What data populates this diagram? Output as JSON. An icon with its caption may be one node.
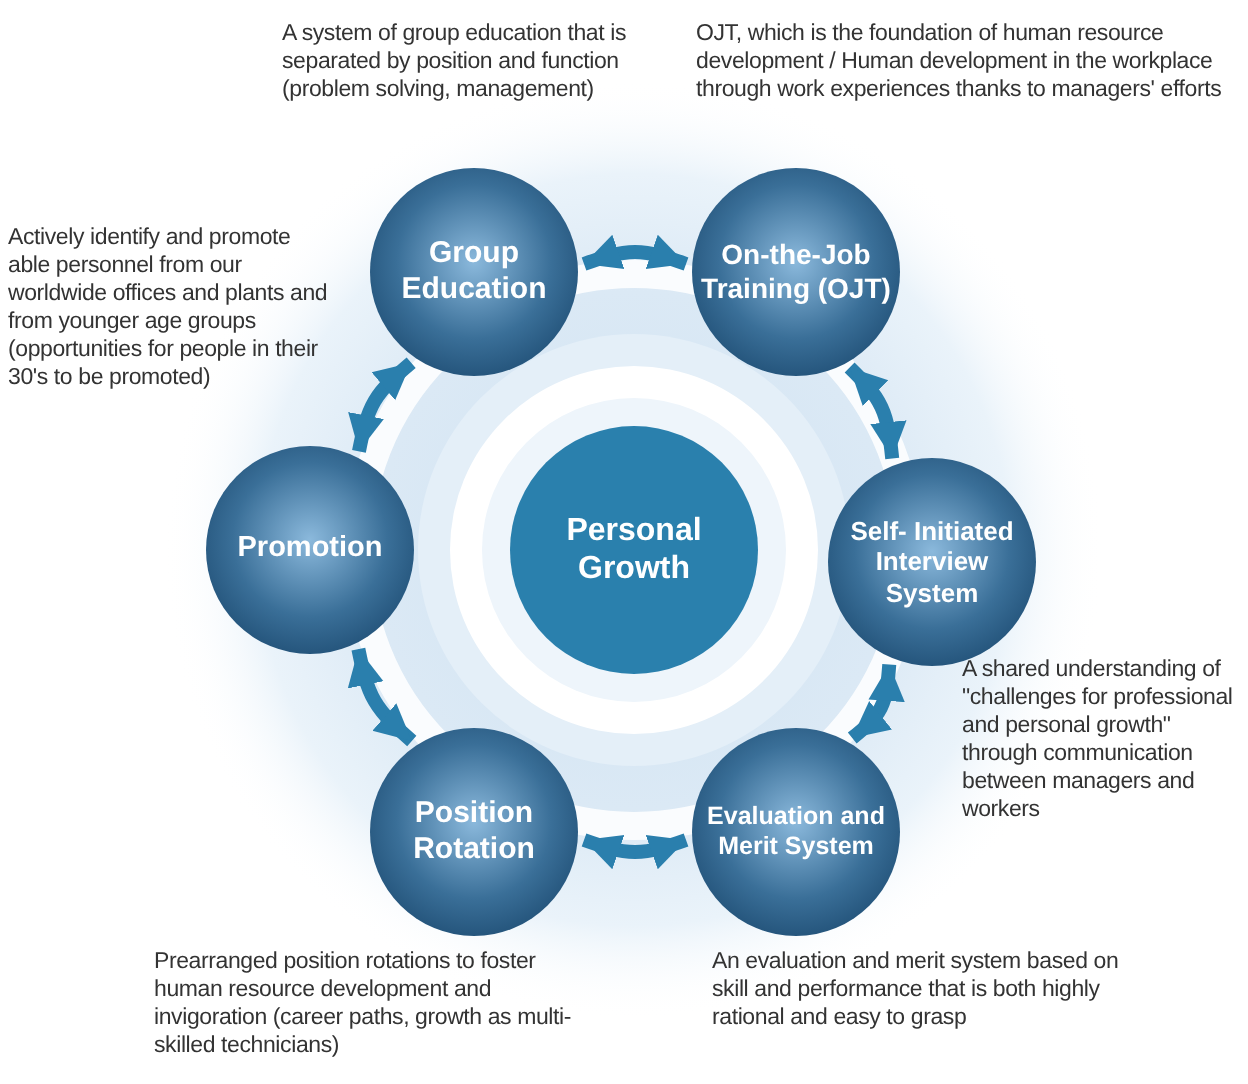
{
  "diagram": {
    "nodes": [
      {
        "text": [
          "Personal Growth"
        ]
      },
      {
        "text": [
          "Group Education"
        ],
        "beside": [
          "A system of group education that is separated by position and function (problem solving, management)"
        ]
      },
      {
        "text": [
          "On-the-Job Training (OJT)"
        ],
        "beside": [
          "OJT, which is the foundation of human resource development / Human development in the workplace through work experiences thanks to managers' efforts"
        ]
      },
      {
        "text": [
          "Self- Initiated Interview System"
        ],
        "beside": [
          "A shared understanding of \"challenges for professional and personal growth\" through communication between managers and workers"
        ]
      },
      {
        "text": [
          "Evaluation and Merit System"
        ],
        "beside": [
          "An evaluation and merit system based on skill and performance that is both highly rational and easy to grasp"
        ]
      },
      {
        "text": [
          "Position Rotation"
        ],
        "beside": [
          "Prearranged position rotations to foster human resource development and invigoration (career paths, growth as multi-skilled technicians)"
        ]
      },
      {
        "text": [
          "Promotion"
        ]
      }
    ],
    "labels": [
      "Actively identify and promote able personnel from our worldwide offices and plants and from younger age groups (opportunities for people in their 30's to be promoted)"
    ],
    "edges": [
      {
        "from": 1,
        "to": 2,
        "arrow": "both"
      },
      {
        "from": 2,
        "to": 3,
        "arrow": "both"
      },
      {
        "from": 3,
        "to": 4,
        "arrow": "both"
      },
      {
        "from": 4,
        "to": 5,
        "arrow": "both"
      },
      {
        "from": 5,
        "to": 6,
        "arrow": "both"
      },
      {
        "from": 6,
        "to": 1,
        "arrow": "both"
      }
    ]
  }
}
